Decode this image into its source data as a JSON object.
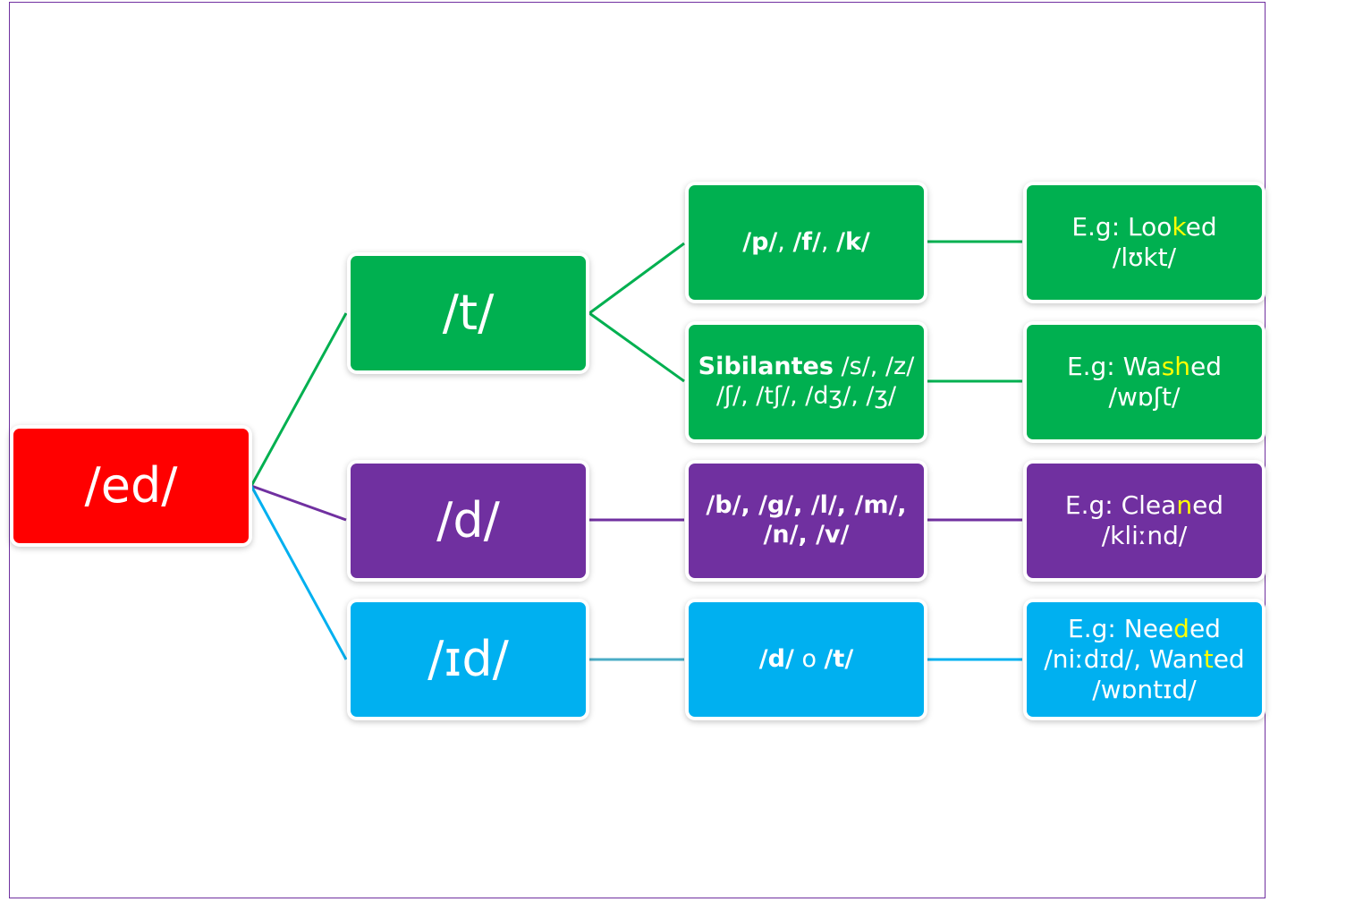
{
  "root": {
    "label": "/ed/"
  },
  "colors": {
    "root": "#ff0000",
    "t": "#00b050",
    "d": "#7030a0",
    "id": "#00b0f0",
    "highlight": "#ffff00",
    "frame": "#7030a0"
  },
  "branches": {
    "t": {
      "label": "/t/",
      "rules": [
        {
          "bold": "/p/",
          "sep1": ", ",
          "bold2": "/f/",
          "sep2": ", ",
          "bold3": "/k/"
        },
        {
          "bold": "Sibilantes",
          "rest_line1": " /s/, /z/",
          "line2": "/ʃ/, /tʃ/, /dʒ/,  /ʒ/"
        }
      ],
      "examples": [
        {
          "pre": "E.g: Loo",
          "hl": "k",
          "post": "ed",
          "ipa": "/lʊkt/"
        },
        {
          "pre": "E.g: Wa",
          "hl": "sh",
          "post": "ed",
          "ipa": "/wɒʃt/"
        }
      ]
    },
    "d": {
      "label": "/d/",
      "rule": {
        "line1": "/b/, /g/, /l/, /m/,",
        "line2": "/n/, /v/"
      },
      "example": {
        "pre": "E.g: Clea",
        "hl": "n",
        "post": "ed",
        "ipa": "/kliːnd/"
      }
    },
    "id": {
      "label": "/ɪd/",
      "rule": {
        "bold1": "/d/",
        "mid": " o ",
        "bold2": "/t/"
      },
      "example": {
        "pre": "E.g: Nee",
        "hl": "d",
        "post": "ed",
        "ipa_pre": "/niːdɪd/, Wan",
        "hl2": "t",
        "post2": "ed",
        "ipa2": "/wɒntɪd/"
      }
    }
  }
}
